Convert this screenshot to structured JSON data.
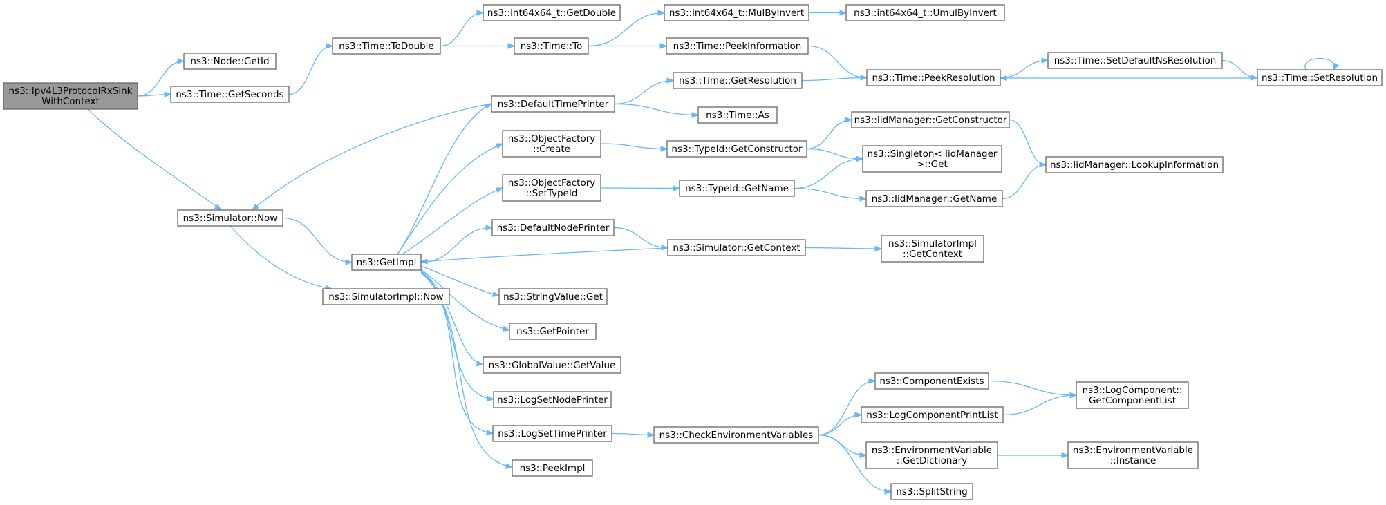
{
  "nodes": [
    {
      "id": "root",
      "lines": [
        "ns3::Ipv4L3ProtocolRxSink",
        "WithContext"
      ],
      "root": true
    },
    {
      "id": "node_getid",
      "lines": [
        "ns3::Node::GetId"
      ]
    },
    {
      "id": "time_getseconds",
      "lines": [
        "ns3::Time::GetSeconds"
      ]
    },
    {
      "id": "simulator_now",
      "lines": [
        "ns3::Simulator::Now"
      ]
    },
    {
      "id": "time_todouble",
      "lines": [
        "ns3::Time::ToDouble"
      ]
    },
    {
      "id": "int64_getdouble",
      "lines": [
        "ns3::int64x64_t::GetDouble"
      ]
    },
    {
      "id": "time_to",
      "lines": [
        "ns3::Time::To"
      ]
    },
    {
      "id": "int64_mulbyinvert",
      "lines": [
        "ns3::int64x64_t::MulByInvert"
      ]
    },
    {
      "id": "int64_umulbyinvert",
      "lines": [
        "ns3::int64x64_t::UmulByInvert"
      ]
    },
    {
      "id": "time_peekinformation",
      "lines": [
        "ns3::Time::PeekInformation"
      ]
    },
    {
      "id": "time_peekresolution",
      "lines": [
        "ns3::Time::PeekResolution"
      ]
    },
    {
      "id": "time_setdefaultns",
      "lines": [
        "ns3::Time::SetDefaultNsResolution"
      ]
    },
    {
      "id": "time_setresolution",
      "lines": [
        "ns3::Time::SetResolution"
      ]
    },
    {
      "id": "defaulttimeprinter",
      "lines": [
        "ns3::DefaultTimePrinter"
      ]
    },
    {
      "id": "time_getresolution",
      "lines": [
        "ns3::Time::GetResolution"
      ]
    },
    {
      "id": "time_as",
      "lines": [
        "ns3::Time::As"
      ]
    },
    {
      "id": "objectfactory_create",
      "lines": [
        "ns3::ObjectFactory",
        "::Create"
      ]
    },
    {
      "id": "typeid_getconstructor",
      "lines": [
        "ns3::TypeId::GetConstructor"
      ]
    },
    {
      "id": "iidmanager_getconstructor",
      "lines": [
        "ns3::IidManager::GetConstructor"
      ]
    },
    {
      "id": "singleton_get",
      "lines": [
        "ns3::Singleton< IidManager",
        " >::Get"
      ]
    },
    {
      "id": "iidmanager_lookup",
      "lines": [
        "ns3::IidManager::LookupInformation"
      ]
    },
    {
      "id": "objectfactory_settypeid",
      "lines": [
        "ns3::ObjectFactory",
        "::SetTypeId"
      ]
    },
    {
      "id": "typeid_getname",
      "lines": [
        "ns3::TypeId::GetName"
      ]
    },
    {
      "id": "iidmanager_getname",
      "lines": [
        "ns3::IidManager::GetName"
      ]
    },
    {
      "id": "getimpl",
      "lines": [
        "ns3::GetImpl"
      ]
    },
    {
      "id": "defaultnodeprinter",
      "lines": [
        "ns3::DefaultNodePrinter"
      ]
    },
    {
      "id": "simulator_getcontext",
      "lines": [
        "ns3::Simulator::GetContext"
      ]
    },
    {
      "id": "simulatorimpl_getcontext",
      "lines": [
        "ns3::SimulatorImpl",
        "::GetContext"
      ]
    },
    {
      "id": "simulatorimpl_now",
      "lines": [
        "ns3::SimulatorImpl::Now"
      ]
    },
    {
      "id": "stringvalue_get",
      "lines": [
        "ns3::StringValue::Get"
      ]
    },
    {
      "id": "getpointer",
      "lines": [
        "ns3::GetPointer"
      ]
    },
    {
      "id": "globalvalue_getvalue",
      "lines": [
        "ns3::GlobalValue::GetValue"
      ]
    },
    {
      "id": "logsetnodeprinter",
      "lines": [
        "ns3::LogSetNodePrinter"
      ]
    },
    {
      "id": "logsettimeprinter",
      "lines": [
        "ns3::LogSetTimePrinter"
      ]
    },
    {
      "id": "peekimpl",
      "lines": [
        "ns3::PeekImpl"
      ]
    },
    {
      "id": "checkenv",
      "lines": [
        "ns3::CheckEnvironmentVariables"
      ]
    },
    {
      "id": "componentexists",
      "lines": [
        "ns3::ComponentExists"
      ]
    },
    {
      "id": "logcomponentprintlist",
      "lines": [
        "ns3::LogComponentPrintList"
      ]
    },
    {
      "id": "logcomponent_getlist",
      "lines": [
        "ns3::LogComponent::",
        "GetComponentList"
      ]
    },
    {
      "id": "envvar_getdictionary",
      "lines": [
        "ns3::EnvironmentVariable",
        "::GetDictionary"
      ]
    },
    {
      "id": "envvar_instance",
      "lines": [
        "ns3::EnvironmentVariable",
        "::Instance"
      ]
    },
    {
      "id": "splitstring",
      "lines": [
        "ns3::SplitString"
      ]
    }
  ],
  "edges": [
    [
      "root",
      "node_getid"
    ],
    [
      "root",
      "time_getseconds"
    ],
    [
      "root",
      "simulator_now"
    ],
    [
      "time_getseconds",
      "time_todouble"
    ],
    [
      "time_todouble",
      "int64_getdouble"
    ],
    [
      "time_todouble",
      "time_to"
    ],
    [
      "time_to",
      "int64_mulbyinvert"
    ],
    [
      "time_to",
      "time_peekinformation"
    ],
    [
      "int64_mulbyinvert",
      "int64_umulbyinvert"
    ],
    [
      "time_peekinformation",
      "time_peekresolution"
    ],
    [
      "time_peekresolution",
      "time_setdefaultns"
    ],
    [
      "time_setdefaultns",
      "time_setresolution"
    ],
    [
      "time_setresolution",
      "time_peekresolution"
    ],
    [
      "time_setresolution",
      "time_setresolution"
    ],
    [
      "simulator_now",
      "getimpl"
    ],
    [
      "simulator_now",
      "simulatorimpl_now"
    ],
    [
      "defaulttimeprinter",
      "simulator_now"
    ],
    [
      "defaulttimeprinter",
      "time_getresolution"
    ],
    [
      "defaulttimeprinter",
      "time_as"
    ],
    [
      "time_getresolution",
      "time_peekresolution"
    ],
    [
      "getimpl",
      "defaulttimeprinter"
    ],
    [
      "getimpl",
      "objectfactory_create"
    ],
    [
      "getimpl",
      "objectfactory_settypeid"
    ],
    [
      "getimpl",
      "defaultnodeprinter"
    ],
    [
      "getimpl",
      "stringvalue_get"
    ],
    [
      "getimpl",
      "getpointer"
    ],
    [
      "getimpl",
      "globalvalue_getvalue"
    ],
    [
      "getimpl",
      "logsetnodeprinter"
    ],
    [
      "getimpl",
      "logsettimeprinter"
    ],
    [
      "getimpl",
      "peekimpl"
    ],
    [
      "objectfactory_create",
      "typeid_getconstructor"
    ],
    [
      "typeid_getconstructor",
      "iidmanager_getconstructor"
    ],
    [
      "typeid_getconstructor",
      "singleton_get"
    ],
    [
      "iidmanager_getconstructor",
      "iidmanager_lookup"
    ],
    [
      "objectfactory_settypeid",
      "typeid_getname"
    ],
    [
      "typeid_getname",
      "singleton_get"
    ],
    [
      "typeid_getname",
      "iidmanager_getname"
    ],
    [
      "iidmanager_getname",
      "iidmanager_lookup"
    ],
    [
      "defaultnodeprinter",
      "simulator_getcontext"
    ],
    [
      "simulator_getcontext",
      "getimpl"
    ],
    [
      "simulator_getcontext",
      "simulatorimpl_getcontext"
    ],
    [
      "logsettimeprinter",
      "checkenv"
    ],
    [
      "checkenv",
      "componentexists"
    ],
    [
      "checkenv",
      "logcomponentprintlist"
    ],
    [
      "checkenv",
      "envvar_getdictionary"
    ],
    [
      "checkenv",
      "splitstring"
    ],
    [
      "componentexists",
      "logcomponent_getlist"
    ],
    [
      "logcomponentprintlist",
      "logcomponent_getlist"
    ],
    [
      "envvar_getdictionary",
      "envvar_instance"
    ]
  ]
}
